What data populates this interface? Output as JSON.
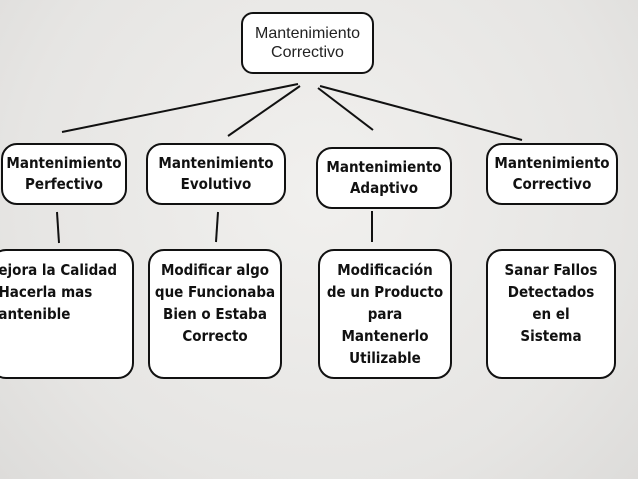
{
  "root": {
    "label": "Mantenimiento\nCorrectivo"
  },
  "types": [
    {
      "title": "Mantenimiento\nPerfectivo",
      "description": "Mejora la Calidad\ny Hacerla mas\nMantenible"
    },
    {
      "title": "Mantenimiento\nEvolutivo",
      "description": "Modificar algo\nque Funcionaba\nBien o Estaba\nCorrecto"
    },
    {
      "title": "Mantenimiento\nAdaptivo",
      "description": "Modificación\nde un Producto\npara\nMantenerlo\nUtilizable"
    },
    {
      "title": "Mantenimiento\nCorrectivo",
      "description": "Sanar Fallos\nDetectados\nen el\nSistema"
    }
  ]
}
